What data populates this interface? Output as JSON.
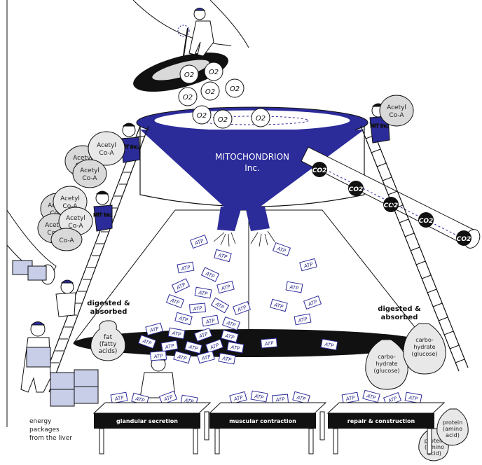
{
  "colors": {
    "blue": "#2b2b9a",
    "dark": "#111111",
    "gray": "#d9d9d9",
    "light": "#f2f2f2"
  },
  "funnel": {
    "title": "MITOCHONDRION",
    "subtitle": "Inc."
  },
  "o2_label": "O2",
  "co2_label": "CO2",
  "atp_label": "ATP",
  "worker_badge": "MIT Inc.",
  "acetyl": [
    "Acetyl",
    "Co-A"
  ],
  "left_label": {
    "line1": "digested &",
    "line2": "absorbed"
  },
  "right_label": {
    "line1": "digested &",
    "line2": "absorbed"
  },
  "fat_bag": [
    "fat",
    "(fatty",
    "acids)"
  ],
  "carb_bag": [
    "carbo-",
    "hydrate",
    "(glucose)"
  ],
  "protein_bag": [
    "protein",
    "(amino",
    "acid)"
  ],
  "energy_label": [
    "energy",
    "packages",
    "from the liver"
  ],
  "tables": [
    {
      "label": "glandular secretion"
    },
    {
      "label": "muscular contraction"
    },
    {
      "label": "repair & construction"
    }
  ]
}
